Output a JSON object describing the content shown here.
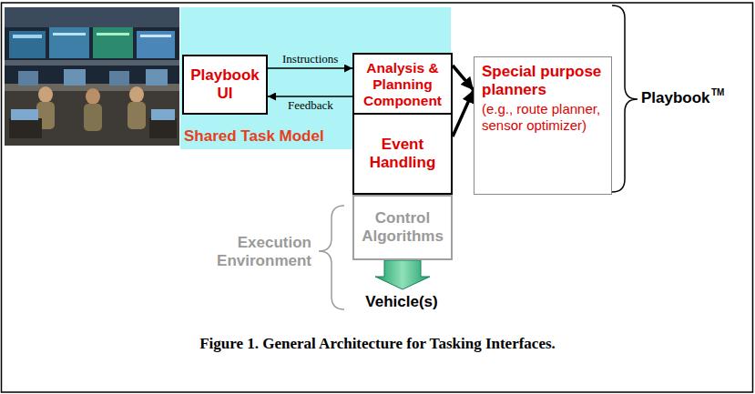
{
  "diagram": {
    "caption": "Figure 1. General Architecture for Tasking Interfaces.",
    "nodes": [
      {
        "text": [
          "Shared Task Model"
        ]
      },
      {
        "text": [
          "Playbook UI"
        ],
        "in": 0
      },
      {
        "text": [
          "Analysis & Planning Component"
        ],
        "in": 0
      },
      {
        "text": [
          "Event Handling"
        ]
      },
      {
        "text": [
          "Special purpose planners",
          "(e.g., route planner, sensor optimizer)"
        ]
      },
      {
        "text": [
          "Control Algorithms"
        ]
      },
      {
        "text": [
          "Vehicle(s)"
        ]
      }
    ],
    "edges": [
      {
        "from": 1,
        "to": 2,
        "label": "Instructions",
        "arrow": "to"
      },
      {
        "from": 2,
        "to": 1,
        "label": "Feedback",
        "arrow": "to"
      },
      {
        "from": 2,
        "to": 4,
        "arrow": "to"
      },
      {
        "from": 3,
        "to": 4,
        "arrow": "to"
      },
      {
        "from": 5,
        "to": 6,
        "arrow": "to"
      }
    ],
    "labels": [
      "Execution Environment",
      "Playbook",
      "TM"
    ]
  }
}
